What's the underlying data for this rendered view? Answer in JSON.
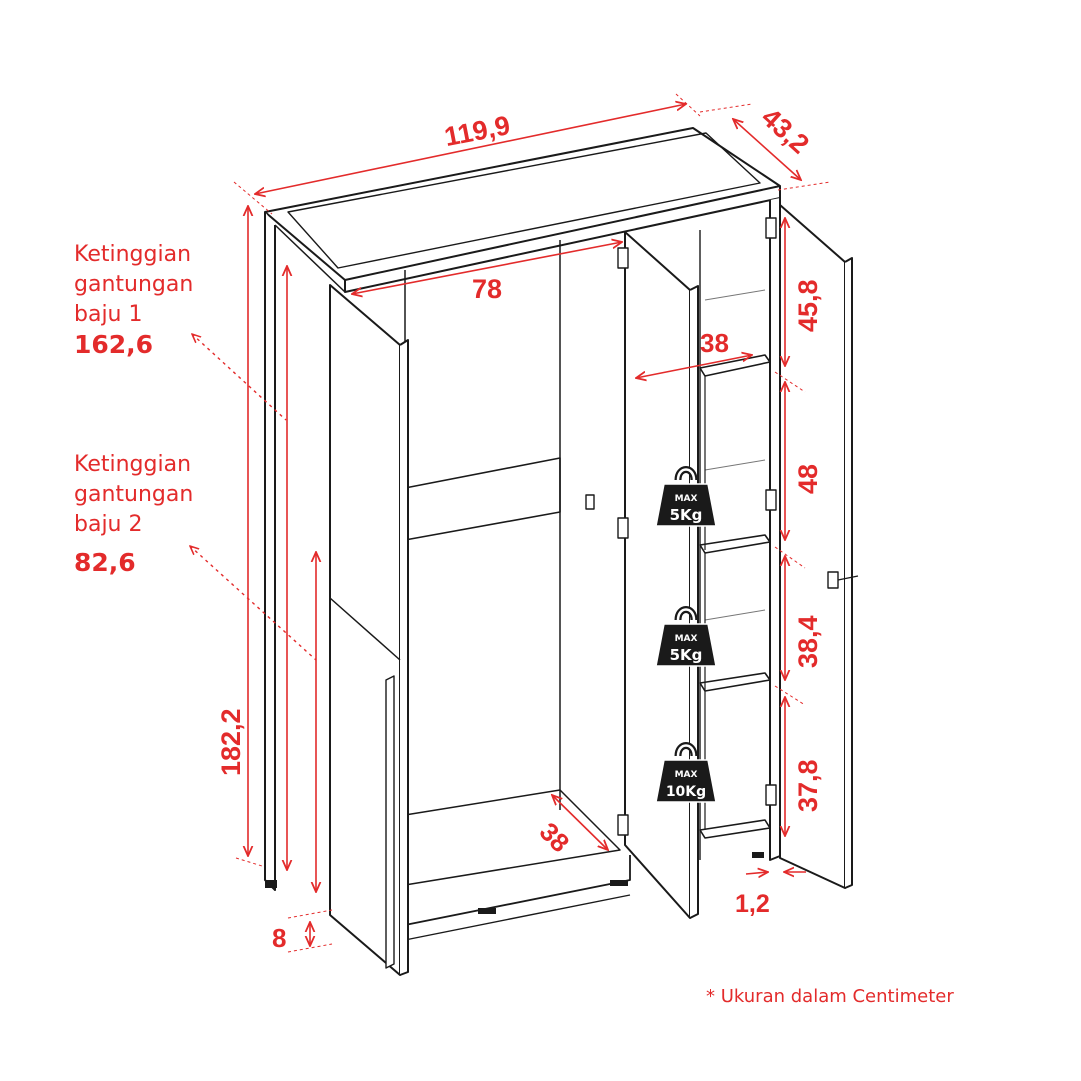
{
  "dimensions": {
    "overall_width": "119,9",
    "depth": "43,2",
    "inner_width": "78",
    "shelf_depth": "38",
    "bottom_depth": "38",
    "height": "182,2",
    "plinth": "8",
    "side_gap": "1,2",
    "shelf_1": "45,8",
    "shelf_2": "48",
    "shelf_3": "38,4",
    "shelf_4": "37,8"
  },
  "hanging_1": {
    "label_lines": [
      "Ketinggian",
      "gantungan",
      "baju 1"
    ],
    "value": "162,6"
  },
  "hanging_2": {
    "label_lines": [
      "Ketinggian",
      "gantungan",
      "baju 2"
    ],
    "value": "82,6"
  },
  "weights": [
    {
      "max_label": "MAX",
      "value": "5Kg"
    },
    {
      "max_label": "MAX",
      "value": "5Kg"
    },
    {
      "max_label": "MAX",
      "value": "10Kg"
    }
  ],
  "note": "* Ukuran dalam Centimeter",
  "colors": {
    "accent": "#e32b2b",
    "line": "#1a1a1a"
  }
}
